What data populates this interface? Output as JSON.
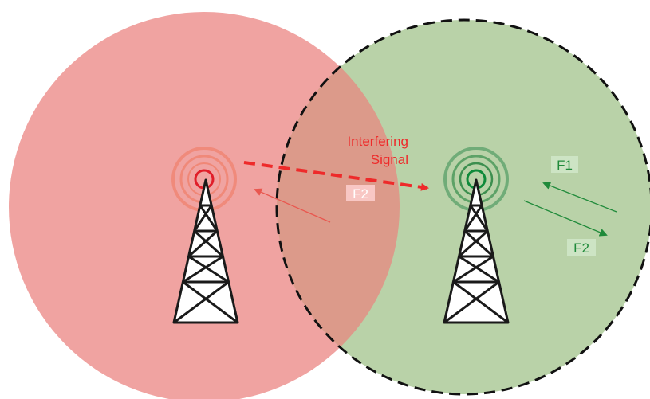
{
  "diagram": {
    "title": "",
    "colors": {
      "left_cell_fill": "#f0a3a1",
      "right_cell_fill": "#b9d2a8",
      "overlap_fill": "#dc9a8a",
      "interference": "#ee2a2a",
      "left_arrow": "#e9574f",
      "right_arrow": "#1f8a3a",
      "label_bg_red": "#f8c7c4",
      "label_bg_green": "#cde4c4",
      "tower_stroke": "#1a1a1a"
    },
    "cells": {
      "left": {
        "name": "",
        "boundary": "solid",
        "signal_color": "#e03030"
      },
      "right": {
        "name": "",
        "boundary": "dashed",
        "signal_color": "#1f8a3a"
      }
    },
    "labels": {
      "interfering_line1": "Interfering",
      "interfering_line2": "Signal",
      "left_f2": "F2",
      "right_f1": "F1",
      "right_f2": "F2"
    },
    "icons": {
      "left_tower": "cell-tower-icon",
      "right_tower": "cell-tower-icon",
      "left_waves": "radio-waves-icon",
      "right_waves": "radio-waves-icon"
    }
  }
}
